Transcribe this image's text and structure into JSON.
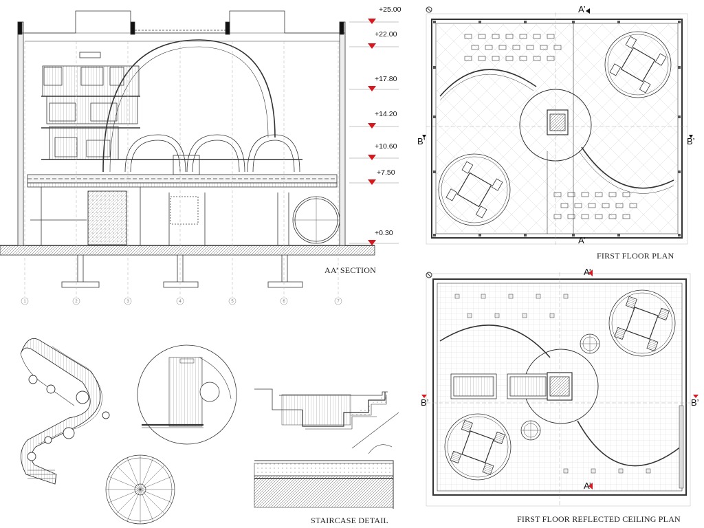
{
  "titles": {
    "section": "AA’ SECTION",
    "first_floor_plan": "FIRST FLOOR PLAN",
    "staircase_detail": "STAIRCASE DETAIL",
    "reflected_ceiling_plan": "FIRST FLOOR REFLECTED CEILING PLAN"
  },
  "levels": [
    "+25.00",
    "+22.00",
    "+17.80",
    "+14.20",
    "+10.60",
    "+7.50",
    "+0.30"
  ],
  "section_marks": {
    "a": "A’",
    "b": "B’"
  },
  "grid_labels": [
    "1",
    "2",
    "3",
    "4",
    "5",
    "6",
    "7"
  ],
  "colors": {
    "line": "#333333",
    "accent": "#d6191f"
  }
}
